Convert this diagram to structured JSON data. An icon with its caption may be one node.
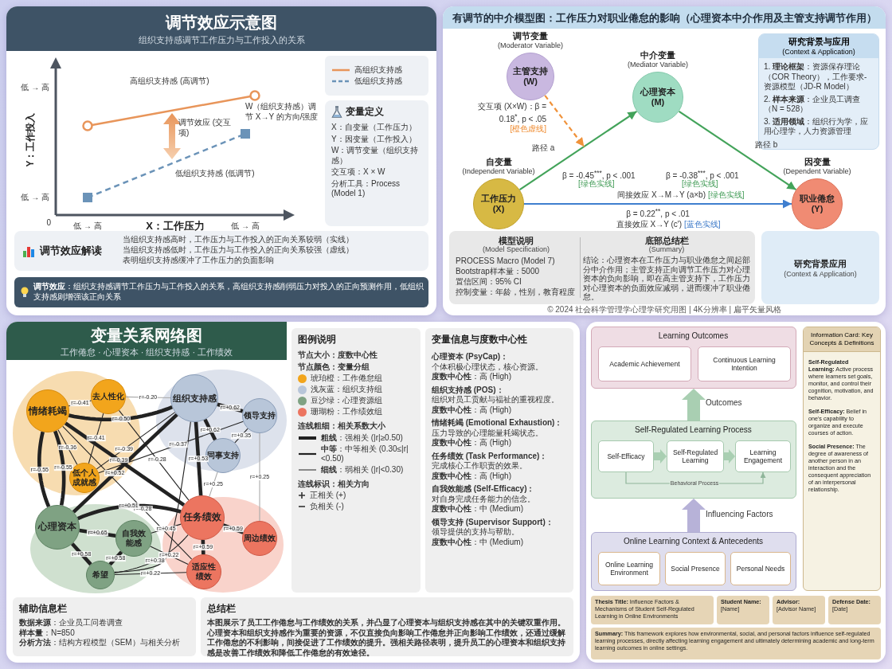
{
  "diagram": {
    "nodes": [
      {
        "text": [
          "调节效应示意图",
          "组织支持感调节工作压力与工作投入的关系"
        ]
      },
      {
        "text": [
          "变量定义",
          "X：自变量（工作压力）",
          "Y：因变量（工作投入）",
          "W：调节变量（组织支持感）",
          "交互项：X × W",
          "分析工具：Process (Model 1)"
        ],
        "in": 0
      },
      {
        "text": [
          "调节效应解读",
          "当组织支持感高时，工作压力与工作投入的正向关系较弱（实线）",
          "当组织支持感低时，工作压力与工作投入的正向关系较强（虚线）",
          "表明组织支持感缓冲了工作压力的负面影响"
        ],
        "in": 0
      },
      {
        "text": [
          "**调节效应**：组织支持感调节工作压力与工作投入的关系，高组织支持感削弱压力对投入的正向预测作用，低组织支持感则增强该正向关系"
        ],
        "in": 0
      },
      {
        "text": [
          "有调节的中介模型图：工作压力对职业倦怠的影响（心理资本中介作用及主管支持调节作用）"
        ]
      },
      {
        "text": [
          "主管支持 (W)"
        ],
        "beside": [
          "调节变量",
          "(Moderator Variable)"
        ],
        "in": 4
      },
      {
        "text": [
          "心理资本 (M)"
        ],
        "beside": [
          "中介变量",
          "(Mediator Variable)"
        ],
        "in": 4
      },
      {
        "text": [
          "工作压力 (X)"
        ],
        "beside": [
          "自变量",
          "(Independent Variable)"
        ],
        "in": 4
      },
      {
        "text": [
          "职业倦怠 (Y)"
        ],
        "beside": [
          "因变量",
          "(Dependent Variable)"
        ],
        "in": 4
      },
      {
        "text": [
          "研究背景与应用",
          "(Context & Application)",
          "1. **理论框架**：资源保存理论（COR Theory），工作要求-资源模型（JD-R Model）",
          "2. **样本来源**：企业员工调查（N = 528）",
          "3. **适用领域**：组织行为学，应用心理学，人力资源管理"
        ],
        "in": 4
      },
      {
        "text": [
          "模型说明",
          "(Model Specification)",
          "PROCESS Macro (Model 7)",
          "Bootstrap样本量：5000",
          "置信区间：95% CI",
          "控制变量：年龄，性别，教育程度",
          "底部总结栏",
          "(Summary)",
          "结论：心理资本在工作压力与职业倦怠之间起部分中介作用；主管支持正向调节工作压力对心理资本的负向影响，即在高主管支持下，工作压力对心理资本的负面效应减弱，进而缓冲了职业倦怠。"
        ],
        "in": 4
      },
      {
        "text": [
          "研究背景应用",
          "(Context & Application)"
        ],
        "in": 4
      },
      {
        "text": [
          "变量关系网络图",
          "工作倦怠 · 心理资本 · 组织支持感 · 工作绩效"
        ]
      },
      {
        "text": [
          "情绪耗竭"
        ],
        "in": 12
      },
      {
        "text": [
          "去人性化"
        ],
        "in": 12
      },
      {
        "text": [
          "低个人成就感"
        ],
        "in": 12
      },
      {
        "text": [
          "组织支持感"
        ],
        "in": 12
      },
      {
        "text": [
          "领导支持"
        ],
        "in": 12
      },
      {
        "text": [
          "同事支持"
        ],
        "in": 12
      },
      {
        "text": [
          "心理资本"
        ],
        "in": 12
      },
      {
        "text": [
          "自我效能感"
        ],
        "in": 12
      },
      {
        "text": [
          "希望"
        ],
        "in": 12
      },
      {
        "text": [
          "任务绩效"
        ],
        "in": 12
      },
      {
        "text": [
          "周边绩效"
        ],
        "in": 12
      },
      {
        "text": [
          "适应性绩效"
        ],
        "in": 12
      },
      {
        "text": [
          "变量信息与度数中心性",
          "心理资本 (PsyCap)：",
          "个体积极心理状态，核心资源。",
          "**度数中心性**：高 (High)",
          "组织支持感 (POS)：",
          "组织对员工贡献与福祉的重视程度。",
          "**度数中心性**：高 (High)",
          "情绪耗竭 (Emotional Exhaustion)：",
          "压力导致的心理能量耗竭状态。",
          "**度数中心性**：高 (High)",
          "任务绩效 (Task Performance)：",
          "完成核心工作职责的效果。",
          "**度数中心性**：高 (High)",
          "自我效能感 (Self-Efficacy)：",
          "对自身完成任务能力的信念。",
          "**度数中心性**：中 (Medium)",
          "领导支持 (Supervisor Support)：",
          "领导提供的支持与帮助。",
          "**度数中心性**：中 (Medium)"
        ],
        "in": 12
      },
      {
        "text": [
          "辅助信息栏",
          "**数据来源**：企业员工问卷调查",
          "**样本量**：N=850",
          "**分析方法**：结构方程模型（SEM）与相关分析"
        ],
        "in": 12
      },
      {
        "text": [
          "总结栏",
          "本图展示了员工工作倦怠与工作绩效的关系，并凸显了心理资本与组织支持感在其中的关键双重作用。心理资本和组织支持感作为重要的资源，不仅直接负向影响工作倦怠并正向影响工作绩效，还通过缓解工作倦怠的不利影响，间接促进了工作绩效的提升。强相关路径表明，提升员工的心理资本和组织支持感是改善工作绩效和降低工作倦怠的有效途径。"
        ],
        "in": 12
      },
      {
        "text": [],
        "shape": "box"
      },
      {
        "text": [
          "Learning Outcomes"
        ],
        "in": 28
      },
      {
        "text": [
          "Academic Achievement"
        ],
        "in": 29
      },
      {
        "text": [
          "Continuous Learning Intention"
        ],
        "in": 29
      },
      {
        "text": [
          "Self-Regulated Learning Process"
        ],
        "in": 28
      },
      {
        "text": [
          "Self-Efficacy"
        ],
        "in": 32
      },
      {
        "text": [
          "Self-Regulated Learning"
        ],
        "in": 32
      },
      {
        "text": [
          "Learning Engagement"
        ],
        "in": 32
      },
      {
        "text": [
          "Online Learning Context & Antecedents"
        ],
        "in": 28
      },
      {
        "text": [
          "Online Learning Environment"
        ],
        "in": 36
      },
      {
        "text": [
          "Social Presence"
        ],
        "in": 36
      },
      {
        "text": [
          "Personal Needs"
        ],
        "in": 36
      },
      {
        "text": [
          "Information Card: Key Concepts & Definitions",
          "**Self-Regulated Learning:** Active process where learners set goals, monitor, and control their cognition, motivation, and behavior.",
          "**Self-Efficacy:** Belief in one's capability to organize and execute courses of action.",
          "**Social Presence:** The degree of awareness of another person in an interaction and the consequent appreciation of an interpersonal relationship."
        ],
        "in": 28
      },
      {
        "text": [
          "**Thesis Title:** Influence Factors & Mechanisms of Student Self-Regulated Learning in Online Environments"
        ],
        "in": 28
      },
      {
        "text": [
          "Student Name:",
          "[Name]"
        ],
        "in": 28
      },
      {
        "text": [
          "Advisor:",
          "[Advisor Name]"
        ],
        "in": 28
      },
      {
        "text": [
          "Defense Date:",
          "[Date]"
        ],
        "in": 28
      },
      {
        "text": [
          "**Summary:** This framework explores how environmental, social, and personal factors influence self-regulated learning processes, directly affecting learning engagement and ultimately determining academic and long-term learning outcomes in online settings."
        ],
        "in": 28
      }
    ],
    "edges": [
      {
        "from": 7,
        "to": 6,
        "arrow": "to",
        "color": "#43a35a",
        "label": "路径 a"
      },
      {
        "from": 6,
        "to": 8,
        "arrow": "to",
        "color": "#43a35a",
        "label": "路径 b"
      },
      {
        "from": 7,
        "to": 8,
        "arrow": "to",
        "color": "#3f7fcf",
        "label": "β = 0.22$^{**}$, p < .01"
      },
      {
        "from": 5,
        "to": null,
        "arrow": "to",
        "style": "dashed",
        "color": "#f0923a",
        "label": "交互项 (X×W)：β = 0.18$^{*}$, p < .05"
      },
      {
        "from": 13,
        "to": 14,
        "arrow": "none",
        "label": "r=-0.41"
      },
      {
        "from": 14,
        "to": 16,
        "arrow": "none",
        "color": "#aaaaaa",
        "label": "r=-0.20"
      },
      {
        "from": 13,
        "to": 16,
        "arrow": "none",
        "style": "thick",
        "label": "r=-0.50"
      },
      {
        "from": 14,
        "to": 15,
        "arrow": "none",
        "label": "r=-0.41"
      },
      {
        "from": 13,
        "to": 15,
        "arrow": "none",
        "label": "r=-0.36"
      },
      {
        "from": 15,
        "to": 16,
        "arrow": "none",
        "label": "r=-0.39"
      },
      {
        "from": 15,
        "to": 17,
        "arrow": "none",
        "label": "r=-0.37"
      },
      {
        "from": 13,
        "to": 19,
        "arrow": "none",
        "style": "thick",
        "label": "r=-0.55"
      },
      {
        "from": 13,
        "to": 19,
        "arrow": "none",
        "style": "thick",
        "label": "r=-0.55"
      },
      {
        "from": 16,
        "to": 19,
        "arrow": "none",
        "style": "thick",
        "label": "r=+0.52"
      },
      {
        "from": 13,
        "to": 22,
        "arrow": "none",
        "style": "thick",
        "label": "r=-0.39"
      },
      {
        "from": 14,
        "to": 22,
        "arrow": "none",
        "label": "r=-0.28"
      },
      {
        "from": 13,
        "to": 24,
        "arrow": "none",
        "label": "r=-0.28"
      },
      {
        "from": 16,
        "to": 17,
        "arrow": "none",
        "style": "thick",
        "label": "r=+0.62"
      },
      {
        "from": 16,
        "to": 18,
        "arrow": "none",
        "style": "thick",
        "label": "r=+0.62"
      },
      {
        "from": 17,
        "to": 18,
        "arrow": "none",
        "label": "r=+0.35"
      },
      {
        "from": 16,
        "to": 22,
        "arrow": "none",
        "style": "thick",
        "label": "r=+0.53"
      },
      {
        "from": 16,
        "to": 21,
        "arrow": "none"
      },
      {
        "from": 18,
        "to": 22,
        "arrow": "none",
        "color": "#aaaaaa",
        "label": "r=+0.25"
      },
      {
        "from": 17,
        "to": 23,
        "arrow": "none",
        "color": "#aaaaaa",
        "label": "r=+0.25"
      },
      {
        "from": 19,
        "to": 22,
        "arrow": "none",
        "style": "thick",
        "label": "r=+0.51"
      },
      {
        "from": 19,
        "to": 20,
        "arrow": "none",
        "style": "thick",
        "label": "r=+0.65"
      },
      {
        "from": 19,
        "to": 21,
        "arrow": "none",
        "style": "thick",
        "label": "r=+0.58"
      },
      {
        "from": 20,
        "to": 21,
        "arrow": "none",
        "style": "thick",
        "label": "r=+0.58"
      },
      {
        "from": 20,
        "to": 22,
        "arrow": "none",
        "label": "r=+0.45"
      },
      {
        "from": 21,
        "to": 22,
        "arrow": "none",
        "label": "r=+0.38"
      },
      {
        "from": 20,
        "to": 24,
        "arrow": "none",
        "label": "r=+0.22"
      },
      {
        "from": 21,
        "to": 24,
        "arrow": "none",
        "label": "r=+0.22"
      },
      {
        "from": 22,
        "to": 23,
        "arrow": "none",
        "style": "thick",
        "label": "r=+0.59"
      },
      {
        "from": 22,
        "to": 24,
        "arrow": "none",
        "style": "thick",
        "label": "r=+0.59"
      },
      {
        "from": 36,
        "to": 32,
        "arrow": "to",
        "style": "thick",
        "color": "#b7b2d8",
        "label": "Influencing Factors"
      },
      {
        "from": 32,
        "to": 29,
        "arrow": "to",
        "style": "thick",
        "color": "#a9cfb2",
        "label": "Outcomes"
      },
      {
        "from": 33,
        "to": 34,
        "arrow": "to",
        "style": "thick",
        "color": "#a9cfb2"
      },
      {
        "from": 34,
        "to": 35,
        "arrow": "to",
        "style": "thick",
        "color": "#a9cfb2"
      },
      {
        "from": 33,
        "to": 35,
        "arrow": "to",
        "color": "#8fb59a",
        "label": "Behavioral Process"
      }
    ],
    "labels": [
      "低 → 高",
      "Y：工作投入",
      "高组织支持感 (高调节)",
      "W（组织支持感）调节 X→Y 的方向/强度",
      "调节效应 (交互项)",
      "低组织支持感 (低调节)",
      "低 → 高",
      "0",
      "低 → 高",
      "X：工作压力",
      "低 → 高",
      "[橙色虚线]",
      "β = -0.45$^{***}$, p < .001",
      "[绿色实线]",
      "β = -0.38$^{***}$, p < .001",
      "[绿色实线]",
      "间接效应 X→M→Y (a×b)",
      "[绿色实线]",
      "直接效应 X→Y (c')",
      "[蓝色实线]",
      "© 2024 社会科学管理学心理学研究用图 | 4K分辨率 | 扁平矢量风格",
      "图例说明",
      "节点大小：度数中心性",
      "节点颜色：变量分组",
      "连线粗细：相关系数大小",
      "连线标识：相关方向"
    ],
    "legend": [
      {
        "text": "高组织支持感"
      },
      {
        "text": "低组织支持感"
      },
      {
        "text": "琥珀橙：工作倦怠组",
        "color": "#f2a51c"
      },
      {
        "text": "浅灰蓝：组织支持组",
        "color": "#b8c6d9"
      },
      {
        "text": "豆沙绿：心理资源组",
        "color": "#7fa283"
      },
      {
        "text": "珊瑚粉：工作绩效组",
        "color": "#ec7560"
      },
      {
        "text": "**粗线**：强相关 (|r|≥0.50)"
      },
      {
        "text": "**中等**：中等相关 (0.30≤|r|<0.50)"
      },
      {
        "text": "**细线**：弱相关 (|r|<0.30)"
      },
      {
        "text": "正相关 (+)"
      },
      {
        "text": "负相关 (-)"
      }
    ]
  }
}
